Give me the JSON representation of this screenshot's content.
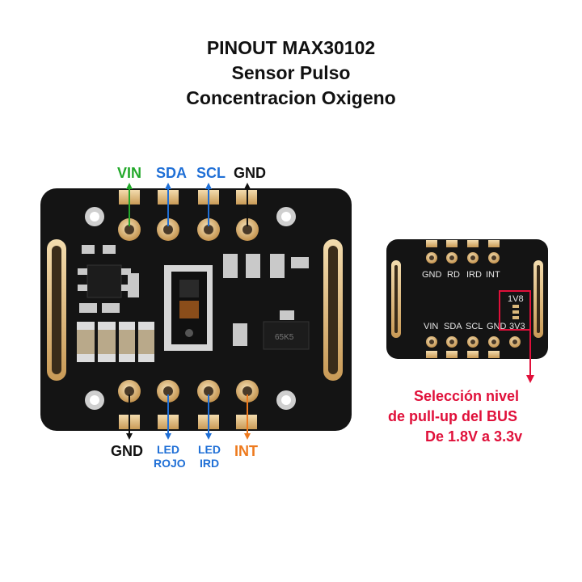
{
  "title": {
    "line1": "PINOUT MAX30102",
    "line2": "Sensor Pulso",
    "line3": "Concentracion Oxigeno"
  },
  "top_pins": {
    "vin": "VIN",
    "sda": "SDA",
    "scl": "SCL",
    "gnd": "GND"
  },
  "bottom_pins": {
    "gnd": "GND",
    "led_rojo_1": "LED",
    "led_rojo_2": "ROJO",
    "led_ird_1": "LED",
    "led_ird_2": "IRD",
    "int": "INT"
  },
  "back_board": {
    "top_silk": [
      "GND",
      "RD",
      "IRD",
      "INT"
    ],
    "bottom_silk": [
      "VIN",
      "SDA",
      "SCL",
      "GND",
      "3V3"
    ],
    "jumper_silk": "1V8",
    "chip_marking": "65K5"
  },
  "note": {
    "line1": "Selección nivel",
    "line2": "de pull-up del BUS",
    "line3": "De 1.8V a 3.3v"
  },
  "colors": {
    "vin": "#22a82a",
    "sda": "#1f6fd6",
    "scl": "#1f6fd6",
    "gnd": "#111111",
    "led": "#1f6fd6",
    "int": "#ee7a1e",
    "note": "#e0103a",
    "pcb": "#141414",
    "pad_gold": "#d9b77a"
  }
}
